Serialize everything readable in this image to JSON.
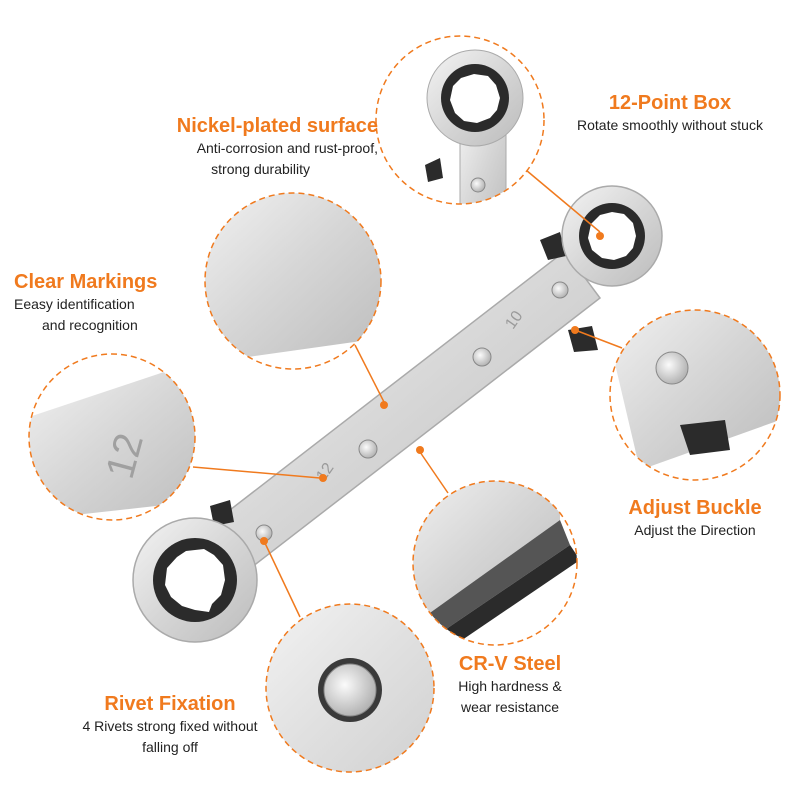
{
  "colors": {
    "accent": "#f07a1e",
    "text": "#222222",
    "background": "#ffffff",
    "steel": "#d9d9d9",
    "ratchet": "#2b2b2b"
  },
  "features": {
    "nickel": {
      "title": "Nickel-plated surface",
      "desc": [
        "Anti-corrosion and rust-proof,",
        "strong durability"
      ]
    },
    "box": {
      "title": "12-Point Box",
      "desc": [
        "Rotate smoothly without stuck"
      ]
    },
    "markings": {
      "title": "Clear Markings",
      "desc": [
        "Eeasy identification",
        "and recognition"
      ]
    },
    "buckle": {
      "title": "Adjust Buckle",
      "desc": [
        "Adjust the Direction"
      ]
    },
    "steel": {
      "title": "CR-V Steel",
      "desc": [
        "High hardness &",
        "wear resistance"
      ]
    },
    "rivet": {
      "title": "Rivet Fixation",
      "desc": [
        "4 Rivets strong fixed without",
        "falling off"
      ]
    }
  },
  "wrench": {
    "size_mark_large": "12",
    "size_mark_small": "10"
  }
}
